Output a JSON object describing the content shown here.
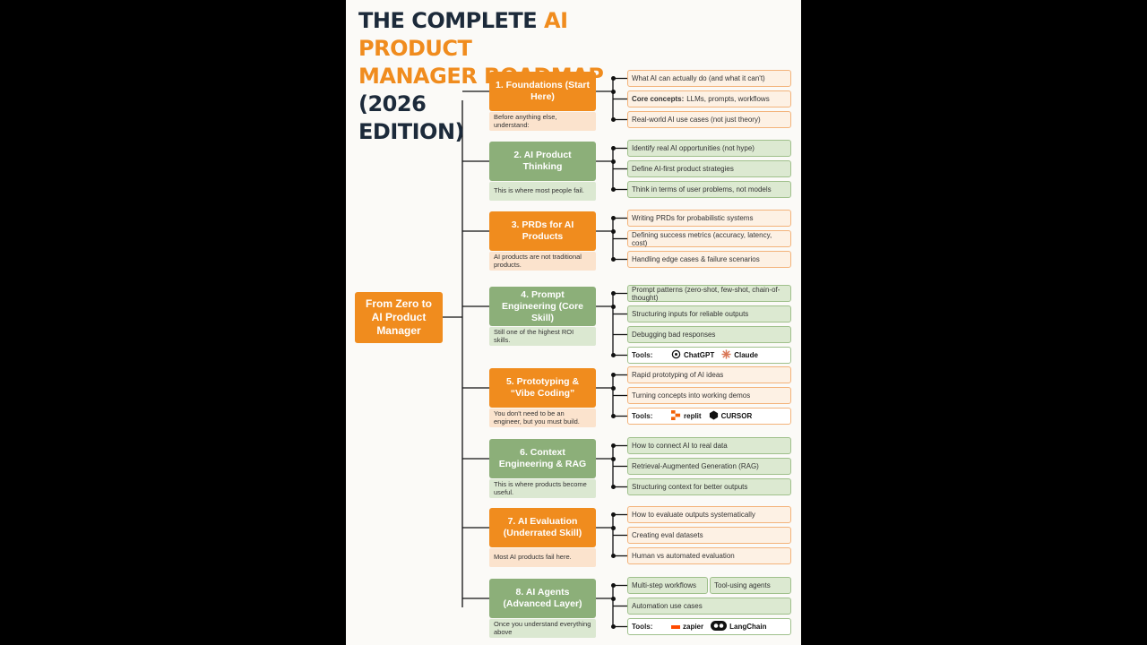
{
  "title": {
    "line1": "THE COMPLETE ",
    "line1_accent": "AI PRODUCT",
    "line2_accent": "MANAGER ROADMAP",
    "line2": " (2026",
    "line3": "EDITION)"
  },
  "root": "From Zero to AI Product Manager",
  "colors": {
    "orange": "#f08c1e",
    "green": "#8caf79",
    "navy": "#1c2a3a"
  },
  "steps": [
    {
      "label": "1. Foundations (Start Here)",
      "color": "orange",
      "note": "Before anything else, understand:",
      "items": [
        {
          "text": "What AI can actually do (and what it can't)"
        },
        {
          "bold": "Core concepts:",
          "text": "LLMs, prompts, workflows"
        },
        {
          "text": "Real-world AI use cases (not just theory)"
        }
      ]
    },
    {
      "label": "2. AI Product Thinking",
      "color": "green",
      "note": "This is where most people fail.",
      "items": [
        {
          "text": "Identify real AI opportunities (not hype)"
        },
        {
          "text": "Define AI-first product strategies"
        },
        {
          "text": "Think in terms of user problems, not models"
        }
      ]
    },
    {
      "label": "3. PRDs for AI Products",
      "color": "orange",
      "note": "AI products are not traditional products.",
      "items": [
        {
          "text": "Writing PRDs for probabilistic systems"
        },
        {
          "text": "Defining success metrics (accuracy, latency, cost)"
        },
        {
          "text": "Handling edge cases & failure scenarios"
        }
      ]
    },
    {
      "label": "4. Prompt Engineering (Core Skill)",
      "color": "green",
      "note": "Still one of the highest ROI skills.",
      "items": [
        {
          "text": "Prompt patterns (zero-shot, few-shot, chain-of-thought)"
        },
        {
          "text": "Structuring inputs for reliable outputs"
        },
        {
          "text": "Debugging bad responses"
        }
      ],
      "tools_label": "Tools:",
      "tools": [
        {
          "name": "ChatGPT",
          "icon": "openai-icon"
        },
        {
          "name": "Claude",
          "icon": "claude-icon"
        }
      ]
    },
    {
      "label": "5. Prototyping & “Vibe Coding”",
      "color": "orange",
      "note": "You don't need to be an engineer, but you must build.",
      "items": [
        {
          "text": "Rapid prototyping of AI ideas"
        },
        {
          "text": "Turning concepts into working demos"
        }
      ],
      "tools_label": "Tools:",
      "tools": [
        {
          "name": "replit",
          "icon": "replit-icon"
        },
        {
          "name": "CURSOR",
          "icon": "cursor-icon"
        }
      ]
    },
    {
      "label": "6. Context Engineering & RAG",
      "color": "green",
      "note": "This is where products become useful.",
      "items": [
        {
          "text": "How to connect AI to real data"
        },
        {
          "text": "Retrieval-Augmented Generation (RAG)"
        },
        {
          "text": "Structuring context for better outputs"
        }
      ]
    },
    {
      "label": "7. AI Evaluation (Underrated Skill)",
      "color": "orange",
      "note": "Most AI products fail here.",
      "items": [
        {
          "text": "How to evaluate outputs systematically"
        },
        {
          "text": "Creating eval datasets"
        },
        {
          "text": "Human vs automated evaluation"
        }
      ]
    },
    {
      "label": "8. AI Agents (Advanced Layer)",
      "color": "green",
      "note": "Once you understand everything above",
      "items": [
        {
          "text": "Multi-step workflows"
        },
        {
          "text": "Tool-using agents"
        },
        {
          "text": "Automation use cases"
        }
      ],
      "tools_label": "Tools:",
      "tools": [
        {
          "name": "zapier",
          "icon": "zapier-icon"
        },
        {
          "name": "LangChain",
          "icon": "langchain-icon"
        }
      ]
    }
  ]
}
